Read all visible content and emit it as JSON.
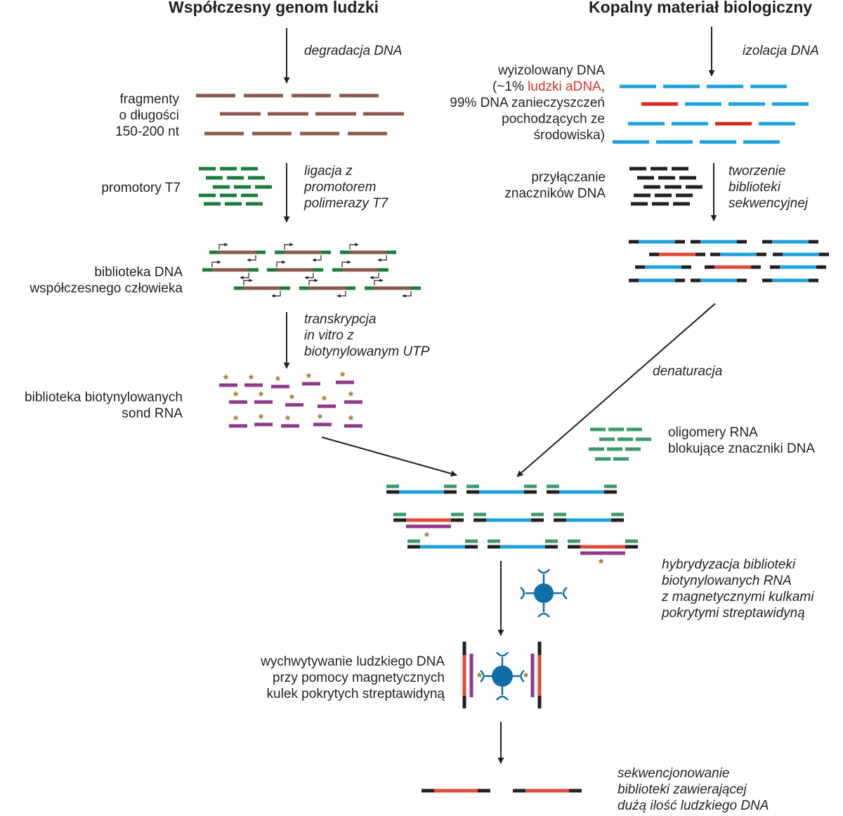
{
  "headings": {
    "left": "Współczesny genom ludzki",
    "right": "Kopalny materiał biologiczny"
  },
  "steps": {
    "degradation": "degradacja DNA",
    "ligation": [
      "ligacja z",
      "promotorem",
      "polimerazy T7"
    ],
    "transcription": [
      "transkrypcja",
      "in vitro z",
      "biotynylowanym UTP"
    ],
    "isolation": "izolacja DNA",
    "library_creation": [
      "tworzenie",
      "biblioteki",
      "sekwencyjnej"
    ],
    "denaturation": "denaturacja",
    "hybridization": [
      "hybrydyzacja biblioteki",
      "biotynylowanych RNA",
      "z magnetycznymi kulkami",
      "pokrytymi streptawidyną"
    ],
    "sequencing": [
      "sekwencjonowanie",
      "biblioteki zawierającej",
      "dużą ilość ludzkiego DNA"
    ]
  },
  "labels": {
    "fragments": [
      "fragmenty",
      "o długości",
      "150-200 nt"
    ],
    "t7_promoters": "promotory T7",
    "dna_library": [
      "biblioteka  DNA",
      "współczesnego człowieka"
    ],
    "rna_probes": [
      "biblioteka biotynylowanych",
      "sond RNA"
    ],
    "isolated_dna": {
      "line1": "wyizolowany DNA",
      "line2_prefix": "(~1% ",
      "line2_highlight": "ludzki aDNA",
      "line2_suffix": ",",
      "line3": "99% DNA zanieczyszczeń",
      "line4": "pochodzących ze",
      "line5": "środowiska)"
    },
    "adapters": [
      "przyłączanie",
      "znaczników DNA"
    ],
    "blocking_oligos": [
      "oligomery RNA",
      "blokujące znaczniki DNA"
    ],
    "capture": [
      "wychwytywanie ludzkiego DNA",
      "przy pomocy magnetycznych",
      "kulek pokrytych streptawidyną"
    ]
  },
  "colors": {
    "modern_dna": "#8b5a4e",
    "t7_promoter": "#1a7d3c",
    "rna_probe": "#8e3a8c",
    "biotin": "#a07828",
    "environmental_dna": "#1ea2dc",
    "human_adna": "#e24a3a",
    "adna_red": "#d42a24",
    "adapter": "#231f20",
    "blocking_rna": "#3e9a6c",
    "bead": "#0f6ea8"
  }
}
